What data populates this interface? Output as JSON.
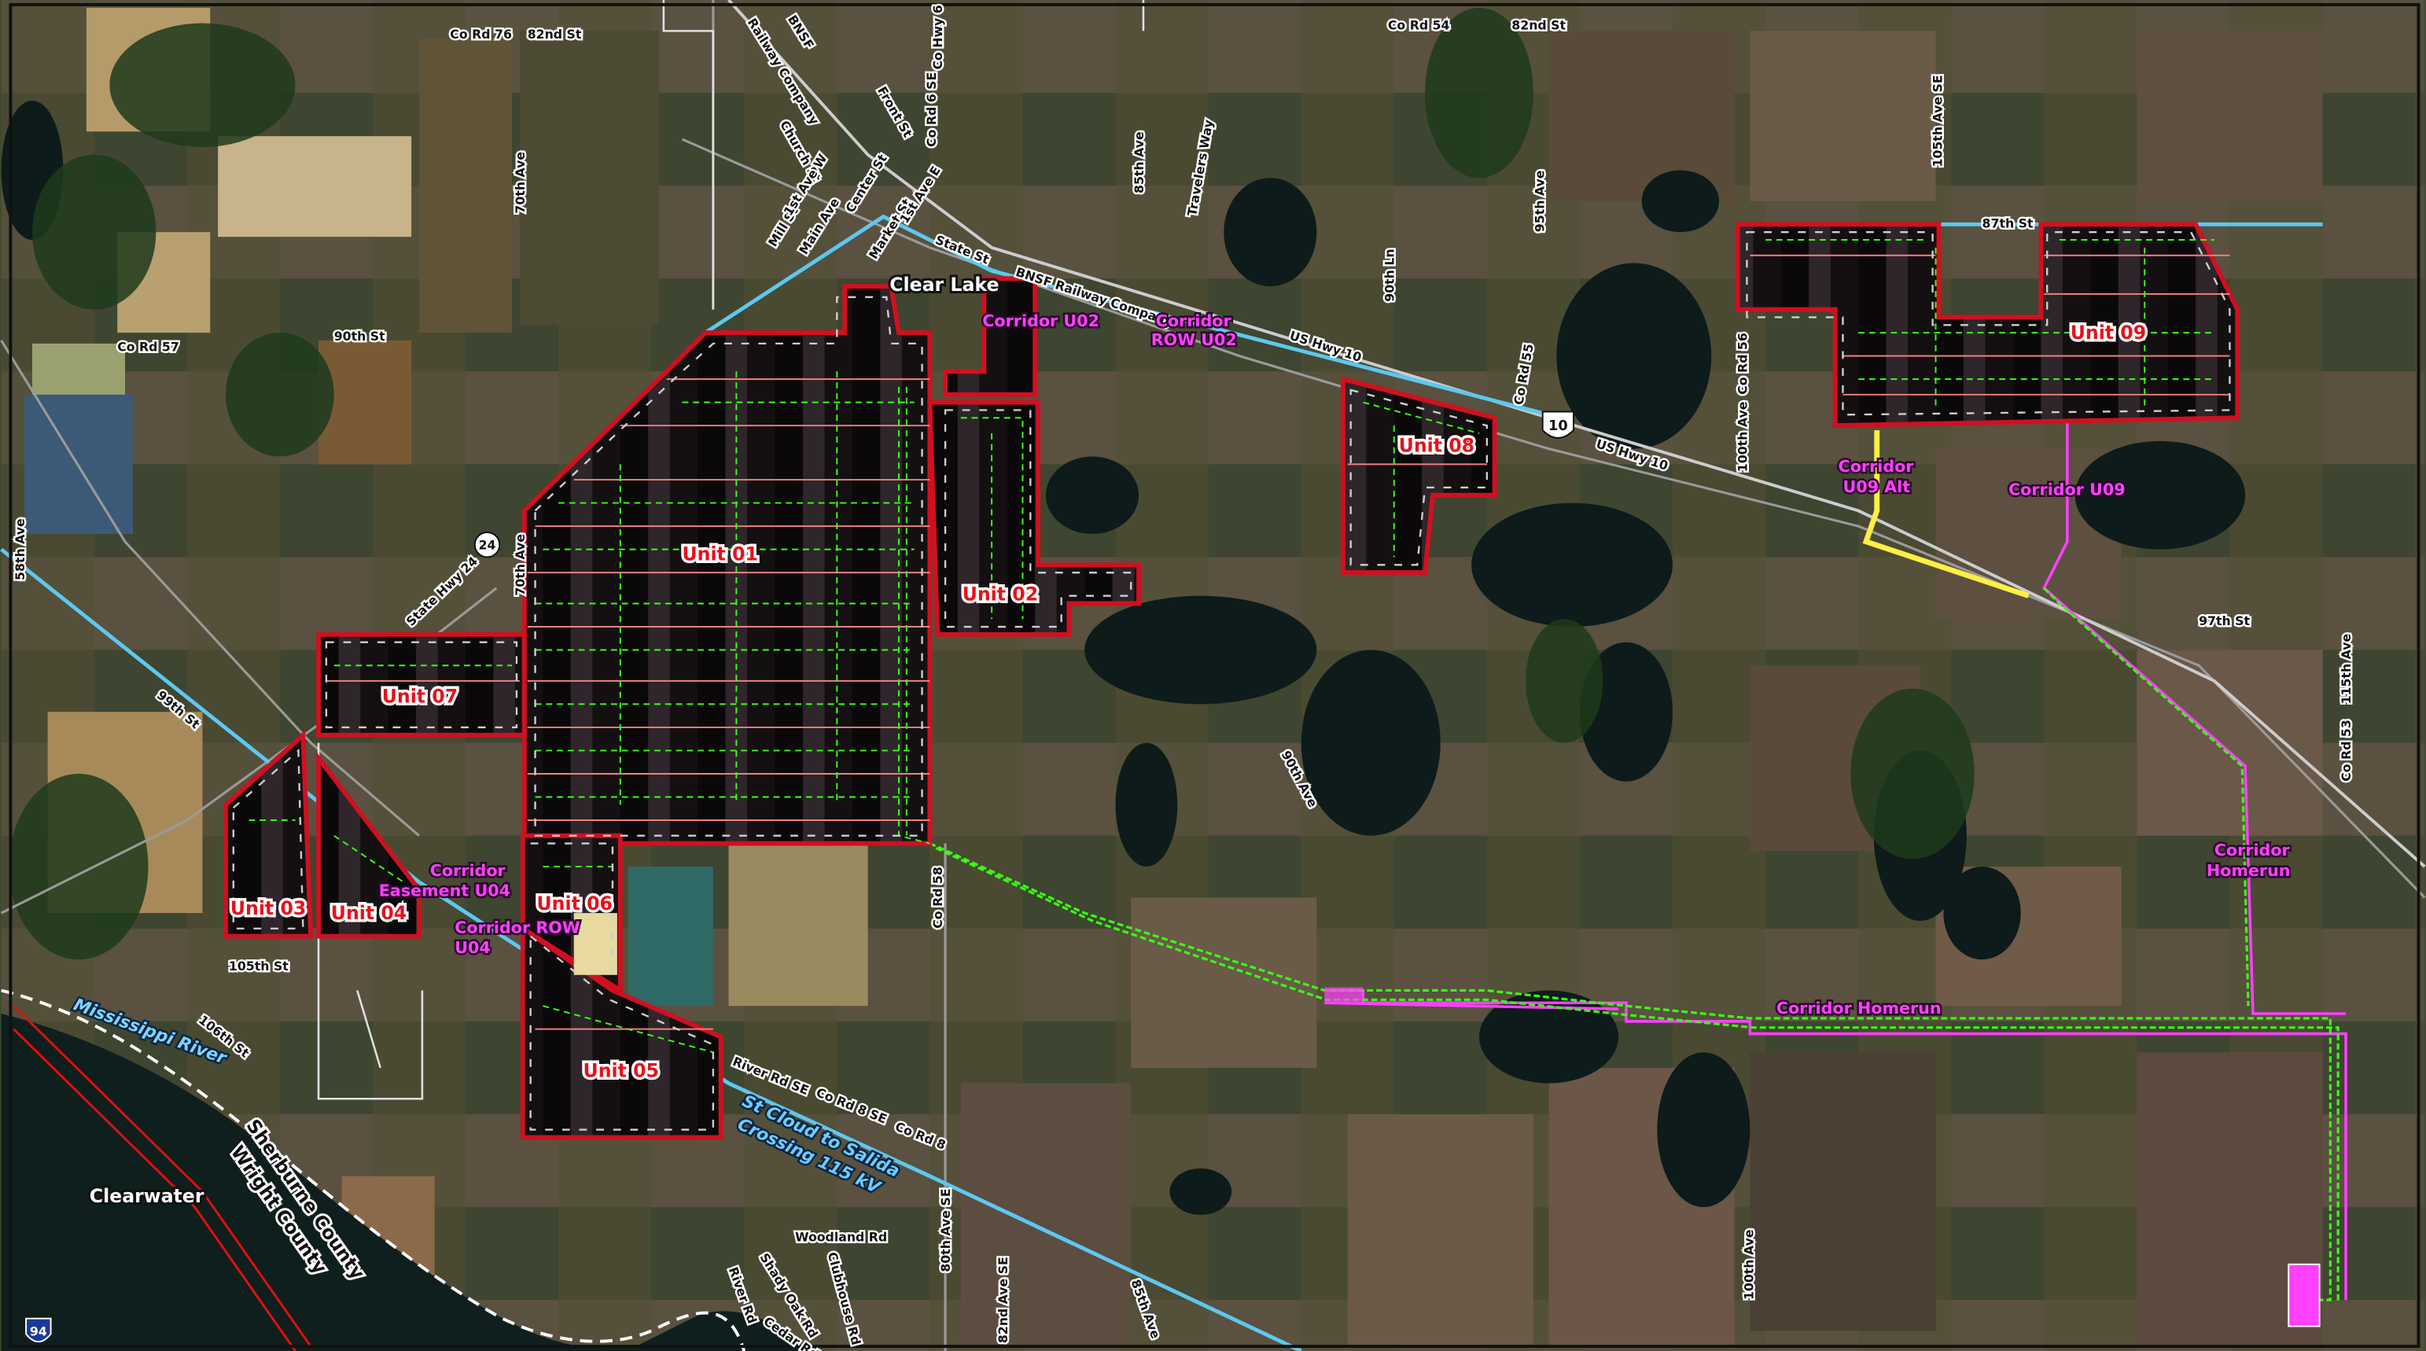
{
  "colors": {
    "unit_boundary": "#d01020",
    "transmission_line": "#5cc8f0",
    "collection_line": "#39ff14",
    "corridor": "#ff40ff",
    "alt_corridor": "#ffee44",
    "rail": "#cccccc"
  },
  "icons": {
    "us_hwy_10_shield": "us-highway-shield",
    "state_hwy_24_shield": "state-highway-circle",
    "interstate_94_shield": "interstate-shield"
  },
  "shields": {
    "us10": "10",
    "sh24": "24",
    "i94": "94"
  },
  "towns": {
    "clear_lake": "Clear Lake",
    "clearwater": "Clearwater"
  },
  "units": {
    "u01": "Unit 01",
    "u02": "Unit 02",
    "u03": "Unit 03",
    "u04": "Unit 04",
    "u05": "Unit 05",
    "u06": "Unit 06",
    "u07": "Unit 07",
    "u08": "Unit 08",
    "u09": "Unit 09"
  },
  "corridors": {
    "u02_a": "Corridor U02",
    "row_u02_1": "Corridor",
    "row_u02_2": "ROW U02",
    "u09_alt_1": "Corridor",
    "u09_alt_2": "U09 Alt",
    "u09": "Corridor U09",
    "easement_u04_1": "Corridor",
    "easement_u04_2": "Easement U04",
    "row_u04_1": "Corridor ROW",
    "row_u04_2": "U04",
    "homerun_1": "Corridor",
    "homerun_2": "Homerun",
    "homerun_main": "Corridor Homerun"
  },
  "transmission": {
    "line1": "St Cloud to Salida",
    "line2": "Crossing 115 kV"
  },
  "water": {
    "river": "Mississippi River"
  },
  "counties": {
    "sherburne": "Sherburne County",
    "wright": "Wright County"
  },
  "roads": {
    "co_rd_76": "Co Rd 76",
    "st_82nd_w": "82nd St",
    "bnsf_v": "BNSF",
    "railway_company_v": "Railway Company",
    "church_st": "Church St",
    "front_st": "Front St",
    "co_rd_6_se": "Co Rd 6 SE",
    "co_hwy_6": "Co Hwy 6",
    "mill_st": "Mill St",
    "first_ave_w": "1st Ave W",
    "main_ave": "Main Ave",
    "center_st": "Center St",
    "market_st": "Market St",
    "first_ave_e": "1st Ave E",
    "state_st": "State St",
    "bnsf_full": "BNSF Railway Company",
    "co_rd_54": "Co Rd 54",
    "st_82nd_e": "82nd St",
    "ave_85th_n": "85th Ave",
    "travelers_way": "Travelers Way",
    "ave_90th_ln": "90th Ln",
    "ave_95th": "95th Ave",
    "ave_105th_se": "105th Ave SE",
    "st_87th": "87th St",
    "ave_70th_n": "70th Ave",
    "co_rd_57": "Co Rd 57",
    "st_90th": "90th St",
    "us_hwy_10_a": "US Hwy 10",
    "co_rd_55": "Co Rd 55",
    "us_hwy_10_b": "US Hwy 10",
    "co_rd_56": "Co Rd 56",
    "ave_100th_n": "100th Ave",
    "ave_58th": "58th Ave",
    "state_hwy_24": "State Hwy 24",
    "ave_70th_s": "70th Ave",
    "st_97th": "97th St",
    "ave_115th": "115th Ave",
    "co_rd_53": "Co Rd 53",
    "st_99th": "99th St",
    "ave_90th_se": "90th Ave",
    "co_rd_58": "Co Rd 58",
    "st_105th": "105th St",
    "st_106th": "106th St",
    "river_rd_se": "River Rd SE",
    "co_rd_8_se": "Co Rd 8 SE",
    "co_rd_8": "Co Rd 8",
    "woodland_rd": "Woodland Rd",
    "ave_80th_se": "80th Ave SE",
    "shady_oak_rd": "Shady Oak Rd",
    "clubhouse_rd": "Clubhouse Rd",
    "river_rd": "River Rd",
    "cedar_rd": "Cedar Rd",
    "ave_82nd_se": "82nd Ave SE",
    "ave_85th_s": "85th Ave",
    "ave_100th_s": "100th Ave"
  }
}
